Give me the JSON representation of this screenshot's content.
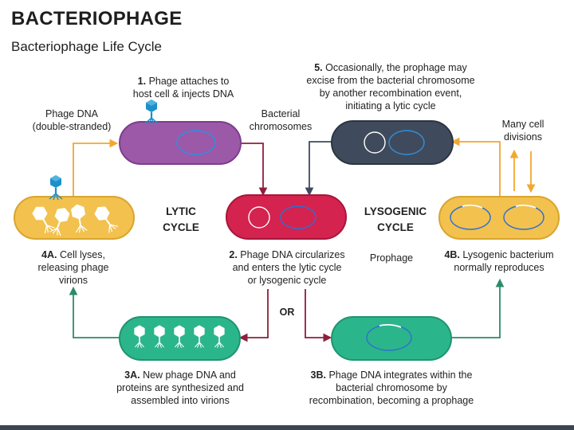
{
  "header": {
    "title": "BACTERIOPHAGE",
    "subtitle": "Bacteriophage Life Cycle"
  },
  "labels": {
    "phage_dna": "Phage DNA\n(double-stranded)",
    "bacterial_chromosomes": "Bacterial\nchromosomes",
    "many_cell_divisions": "Many cell\ndivisions",
    "prophage": "Prophage",
    "or": "OR",
    "lytic_cycle": "LYTIC\nCYCLE",
    "lysogenic_cycle": "LYSOGENIC\nCYCLE"
  },
  "steps": {
    "s1": {
      "num": "1.",
      "text": " Phage attaches to\nhost cell & injects DNA"
    },
    "s2": {
      "num": "2.",
      "text": " Phage DNA circularizes\nand enters the lytic cycle\nor lysogenic cycle"
    },
    "s3a": {
      "num": "3A.",
      "text": " New phage DNA and\nproteins are synthesized and\nassembled into virions"
    },
    "s3b": {
      "num": "3B.",
      "text": " Phage DNA integrates within the\nbacterial chromosome by\nrecombination, becoming a prophage"
    },
    "s4a": {
      "num": "4A.",
      "text": " Cell lyses,\nreleasing phage\nvirions"
    },
    "s4b": {
      "num": "4B.",
      "text": " Lysogenic bacterium\nnormally reproduces"
    },
    "s5": {
      "num": "5.",
      "text": " Occasionally, the prophage may\nexcise from the bacterial chromosome\nby another recombination event,\ninitiating a lytic cycle"
    }
  },
  "colors": {
    "purple": "#9b59a8",
    "crimson": "#d4234f",
    "dark_slate": "#3f4b5c",
    "yellow": "#f2c14e",
    "teal": "#2bb58b",
    "arrow_orange": "#f0a830",
    "arrow_maroon": "#8e1f3d",
    "arrow_green": "#2d8a6a",
    "arrow_slate": "#3f4b5c",
    "phage_blue": "#1e8fc8"
  }
}
